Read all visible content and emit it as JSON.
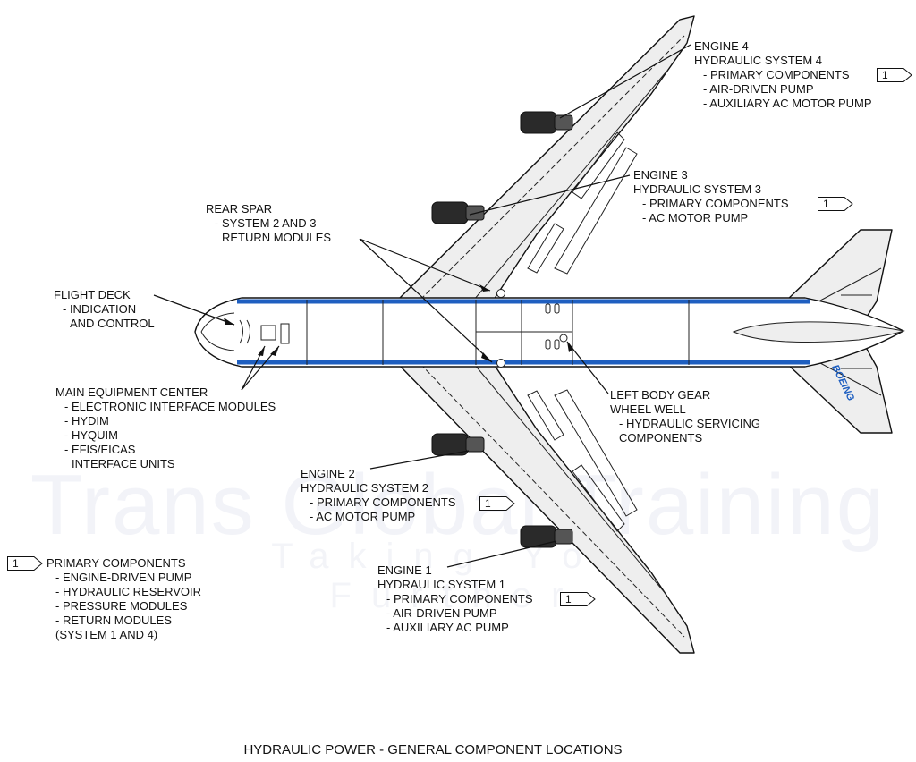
{
  "watermark": {
    "line1": "Trans Global Training",
    "line2": "Taking You Further"
  },
  "livery": "BOEING",
  "note_marker": "1",
  "labels": {
    "engine4": [
      "ENGINE 4",
      "HYDRAULIC SYSTEM 4",
      "- PRIMARY COMPONENTS",
      "- AIR-DRIVEN PUMP",
      "- AUXILIARY AC MOTOR PUMP"
    ],
    "engine3": [
      "ENGINE 3",
      "HYDRAULIC SYSTEM 3",
      "- PRIMARY COMPONENTS",
      "- AC MOTOR PUMP"
    ],
    "rear_spar": [
      "REAR SPAR",
      "- SYSTEM 2 AND 3",
      "RETURN MODULES"
    ],
    "flight_deck": [
      "FLIGHT DECK",
      "- INDICATION",
      "AND CONTROL"
    ],
    "main_equipment": [
      "MAIN EQUIPMENT CENTER",
      "- ELECTRONIC INTERFACE MODULES",
      "- HYDIM",
      "- HYQUIM",
      "- EFIS/EICAS",
      "INTERFACE UNITS"
    ],
    "left_body_gear": [
      "LEFT BODY GEAR",
      "WHEEL WELL",
      "- HYDRAULIC SERVICING",
      "COMPONENTS"
    ],
    "engine2": [
      "ENGINE 2",
      "HYDRAULIC SYSTEM 2",
      "- PRIMARY COMPONENTS",
      "- AC MOTOR PUMP"
    ],
    "engine1": [
      "ENGINE 1",
      "HYDRAULIC SYSTEM 1",
      "- PRIMARY COMPONENTS",
      "- AIR-DRIVEN PUMP",
      "- AUXILIARY AC PUMP"
    ],
    "legend": [
      "PRIMARY COMPONENTS",
      "- ENGINE-DRIVEN PUMP",
      "- HYDRAULIC RESERVOIR",
      "- PRESSURE MODULES",
      "- RETURN MODULES",
      "(SYSTEM 1 AND 4)"
    ]
  },
  "caption": "HYDRAULIC POWER - GENERAL COMPONENT LOCATIONS",
  "colors": {
    "fuselage_stripe": "#1f5fc0",
    "wing_fill": "#eeeeee",
    "engine": "#2a2a2a",
    "line": "#111111"
  }
}
